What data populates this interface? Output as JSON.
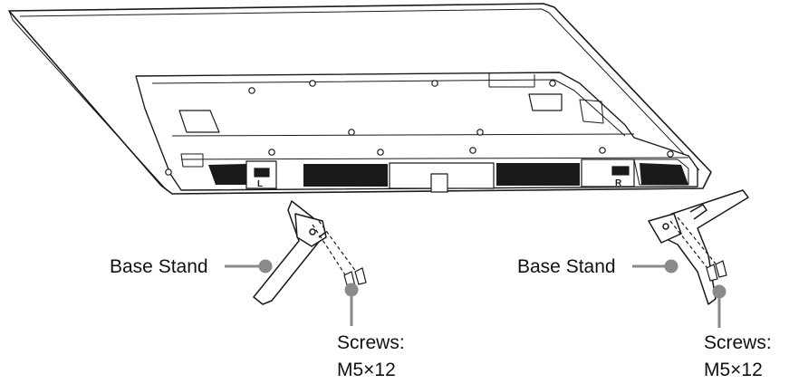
{
  "labels": {
    "base_stand_left": "Base Stand",
    "base_stand_right": "Base Stand",
    "screws_left_title": "Screws:",
    "screws_left_size": "M5×12",
    "screws_right_title": "Screws:",
    "screws_right_size": "M5×12",
    "slot_left": "L",
    "slot_right": "R"
  },
  "colors": {
    "line": "#1a1a1a",
    "callout": "#8a8a8a",
    "vent": "#1a1a1a",
    "background": "#ffffff"
  }
}
